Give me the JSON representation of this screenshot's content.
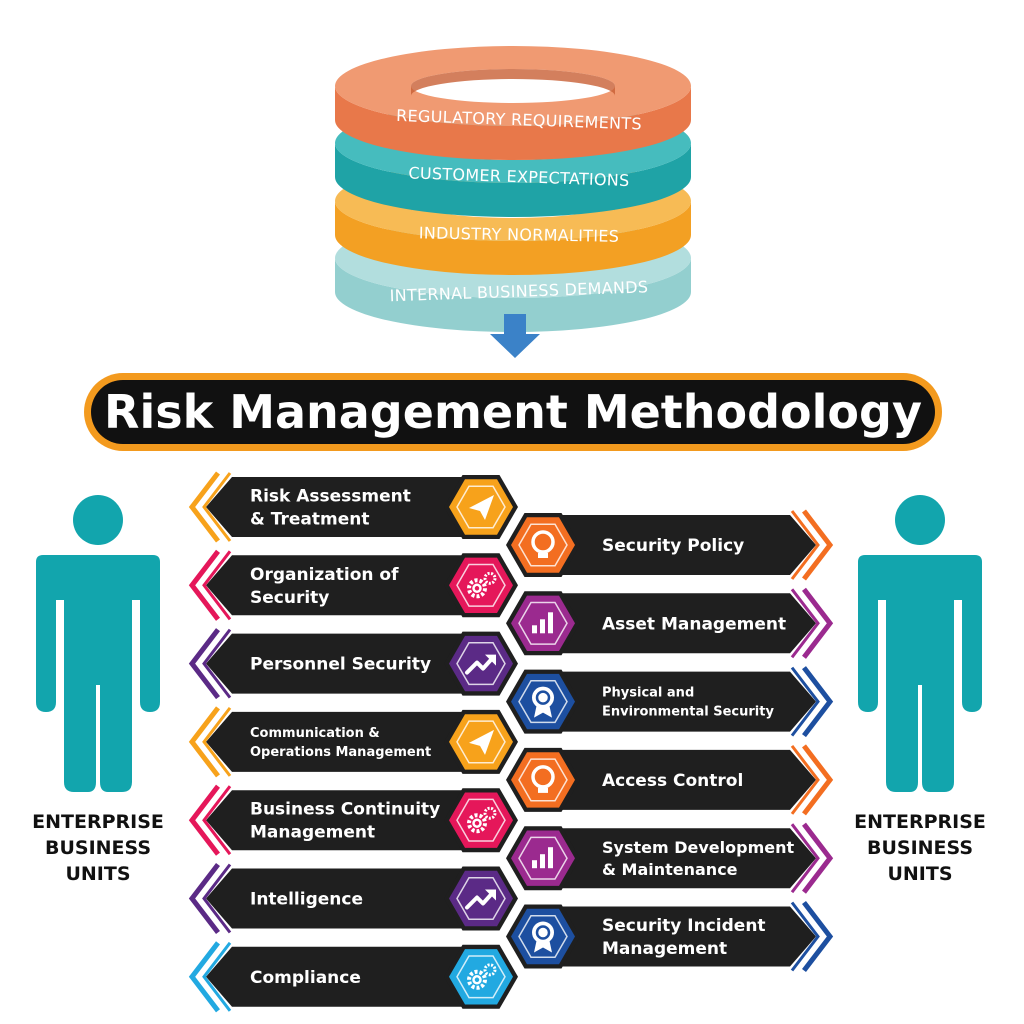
{
  "rings": [
    {
      "label": "REGULATORY REQUIREMENTS",
      "color": "#e8784a",
      "dark": "#c85f35",
      "light": "#f09a72",
      "rot": 2
    },
    {
      "label": "CUSTOMER EXPECTATIONS",
      "color": "#1fa3a6",
      "dark": "#15878a",
      "light": "#46bcbe",
      "rot": 2
    },
    {
      "label": "INDUSTRY NORMALITIES",
      "color": "#f3a023",
      "dark": "#d6861a",
      "light": "#f7bb55",
      "rot": 1
    },
    {
      "label": "INTERNAL BUSINESS DEMANDS",
      "color": "#93cfcf",
      "dark": "#75b5b5",
      "light": "#b2dede",
      "rot": -2
    }
  ],
  "title": "Risk Management Methodology",
  "side": {
    "left_label": [
      "ENTERPRISE",
      "BUSINESS",
      "UNITS"
    ],
    "right_label": [
      "ENTERPRISE",
      "BUSINESS",
      "UNITS"
    ],
    "figure_color": "#12a5ad"
  },
  "left_items": [
    {
      "lines": [
        "Risk Assessment",
        "& Treatment"
      ],
      "color": "#f7a21b",
      "icon": "paper-plane-icon",
      "size": 17
    },
    {
      "lines": [
        "Organization of",
        "Security"
      ],
      "color": "#e5175a",
      "icon": "gears-icon",
      "size": 17
    },
    {
      "lines": [
        "Personnel Security"
      ],
      "color": "#5b2a86",
      "icon": "trend-up-icon",
      "size": 17
    },
    {
      "lines": [
        "Communication &",
        "Operations Management"
      ],
      "color": "#f7a21b",
      "icon": "paper-plane-icon",
      "size": 13
    },
    {
      "lines": [
        "Business Continuity",
        "Management"
      ],
      "color": "#e5175a",
      "icon": "gears-icon",
      "size": 17
    },
    {
      "lines": [
        "Intelligence"
      ],
      "color": "#5b2a86",
      "icon": "trend-up-icon",
      "size": 17
    },
    {
      "lines": [
        "Compliance"
      ],
      "color": "#22a9e1",
      "icon": "gears-icon",
      "size": 17
    }
  ],
  "right_items": [
    {
      "lines": [
        "Security Policy"
      ],
      "color": "#f36e21",
      "icon": "lightbulb-icon",
      "size": 17
    },
    {
      "lines": [
        "Asset Management"
      ],
      "color": "#9b2a8f",
      "icon": "bar-chart-icon",
      "size": 17
    },
    {
      "lines": [
        "Physical and",
        "Environmental Security"
      ],
      "color": "#1d4fa0",
      "icon": "award-icon",
      "size": 13
    },
    {
      "lines": [
        "Access Control"
      ],
      "color": "#f36e21",
      "icon": "lightbulb-icon",
      "size": 17
    },
    {
      "lines": [
        "System Development",
        "& Maintenance"
      ],
      "color": "#9b2a8f",
      "icon": "bar-chart-icon",
      "size": 16
    },
    {
      "lines": [
        "Security Incident",
        "Management"
      ],
      "color": "#1d4fa0",
      "icon": "award-icon",
      "size": 17
    }
  ]
}
